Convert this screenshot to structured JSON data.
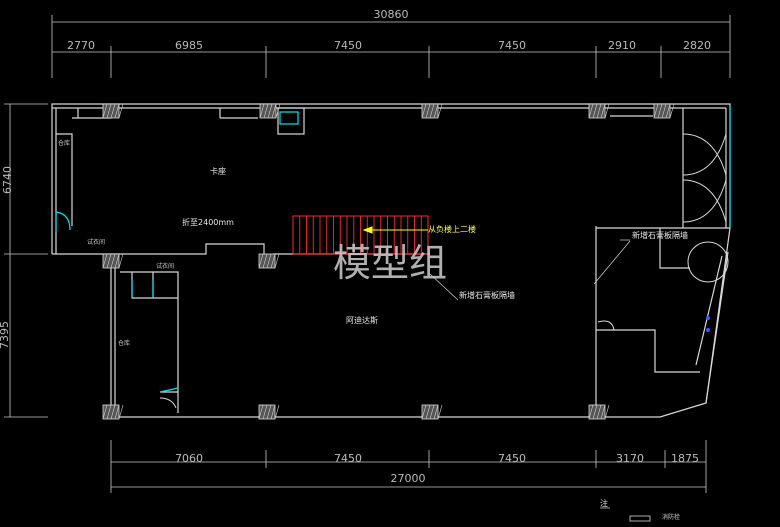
{
  "dimensions": {
    "top_total": "30860",
    "top_segments": [
      "2770",
      "6985",
      "7450",
      "7450",
      "2910",
      "2820"
    ],
    "left_upper": "6740",
    "left_lower": "7395",
    "bottom_total": "27000",
    "bottom_segments": [
      "7060",
      "7450",
      "7450",
      "3170",
      "1875"
    ]
  },
  "labels": {
    "main_room": "卡座",
    "ceiling_height": "折至2400mm",
    "stair_note": "从负楼上二楼",
    "new_wall_right": "新增石膏板隔墙",
    "new_wall_mid": "新增石膏板隔墙",
    "main_hall": "阿迪达斯",
    "storage_top_left": "仓库",
    "fitting_room": "试衣间",
    "toilet": "试衣间",
    "storage_left": "仓库",
    "note": "注",
    "legend_item": "消防栓"
  },
  "watermark": "模型组",
  "colors": {
    "wall": "#d8d8d8",
    "dim_line": "#c8c8c8",
    "stair": "#ff2a2a",
    "arrow": "#ffff00",
    "door": "#00e5ee",
    "column_fill": "#9a9a9a"
  }
}
